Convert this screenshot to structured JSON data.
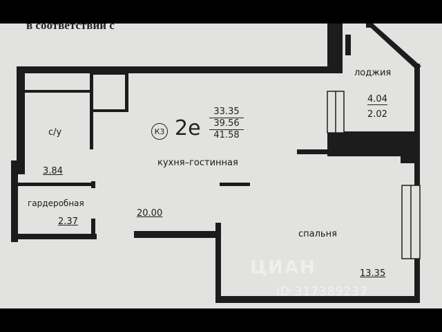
{
  "header": {
    "text": "в соответствии с"
  },
  "flat": {
    "code": "К3",
    "type": "2е",
    "living_area": "33.35",
    "total_area": "39.56",
    "total_with_loggia": "41.58"
  },
  "rooms": {
    "bathroom": {
      "name": "с/у",
      "area": "3.84"
    },
    "wardrobe": {
      "name": "гардеробная",
      "area": "2.37"
    },
    "hall": {
      "area": "20.00"
    },
    "kitchen_living": {
      "name": "кухня–гостинная"
    },
    "bedroom": {
      "name": "спальня",
      "area": "13.35"
    },
    "loggia": {
      "name": "лоджия",
      "area": "4.04",
      "reduced_area": "2.02"
    }
  },
  "watermark": {
    "logo": "ЦИАН",
    "id": "ID 317389237"
  },
  "colors": {
    "paper": "#e2e2e0",
    "walls": "#1c1c1c",
    "border": "#000000"
  }
}
